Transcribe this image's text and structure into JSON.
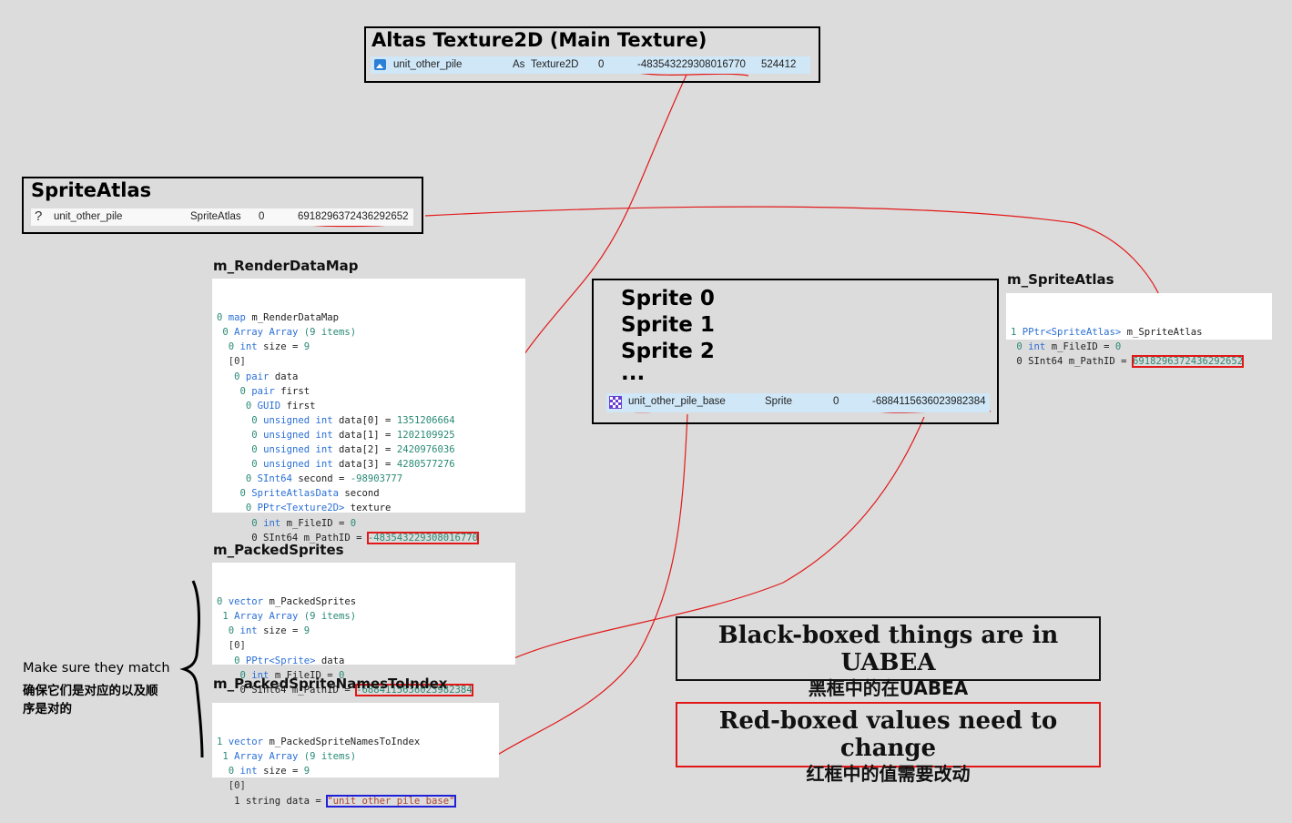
{
  "main_texture": {
    "title": "Altas Texture2D (Main Texture)",
    "name": "unit_other_pile",
    "type_prefix": "As",
    "type": "Texture2D",
    "file_id": "0",
    "path_id": "-483543229308016770",
    "size": "524412",
    "icon": "image-icon"
  },
  "sprite_atlas": {
    "title": "SpriteAtlas",
    "icon_glyph": "?",
    "name": "unit_other_pile",
    "type": "SpriteAtlas",
    "file_id": "0",
    "path_id": "6918296372436292652"
  },
  "render_data_map": {
    "label": "m_RenderDataMap",
    "lines": [
      "0 map m_RenderDataMap",
      " 0 Array Array (9 items)",
      "  0 int size = 9",
      "  [0]",
      "   0 pair data",
      "    0 pair first",
      "     0 GUID first",
      "      0 unsigned int data[0] = 1351206664",
      "      0 unsigned int data[1] = 1202109925",
      "      0 unsigned int data[2] = 2420976036",
      "      0 unsigned int data[3] = 4280577276",
      "     0 SInt64 second = -98903777",
      "    0 SpriteAtlasData second",
      "     0 PPtr<Texture2D> texture",
      "      0 int m_FileID = 0"
    ],
    "last_prefix": "      0 SInt64 m_PathID = ",
    "last_value": "-483543229308016770"
  },
  "sprites_box": {
    "items": [
      "Sprite 0",
      "Sprite 1",
      "Sprite 2",
      "..."
    ],
    "row_name": "unit_other_pile_base",
    "row_type": "Sprite",
    "row_file_id": "0",
    "row_path_id": "-6884115636023982384",
    "icon": "sprite-icon"
  },
  "m_sprite_atlas": {
    "label": "m_SpriteAtlas",
    "lines": [
      "1 PPtr<SpriteAtlas> m_SpriteAtlas",
      " 0 int m_FileID = 0"
    ],
    "last_prefix": " 0 SInt64 m_PathID = ",
    "last_value": "6918296372436292652"
  },
  "packed_sprites": {
    "label": "m_PackedSprites",
    "lines": [
      "0 vector m_PackedSprites",
      " 1 Array Array (9 items)",
      "  0 int size = 9",
      "  [0]",
      "   0 PPtr<Sprite> data",
      "    0 int m_FileID = 0"
    ],
    "last_prefix": "    0 SInt64 m_PathID = ",
    "last_value": "-6884115636023982384"
  },
  "packed_names": {
    "label": "m_PackedSpriteNamesToIndex",
    "lines": [
      "1 vector m_PackedSpriteNamesToIndex",
      " 1 Array Array (9 items)",
      "  0 int size = 9",
      "  [0]"
    ],
    "last_prefix": "   1 string data = ",
    "last_value": "\"unit_other_pile_base\""
  },
  "note": {
    "en": "Make sure they match",
    "zh_line1": "确保它们是对应的以及顺",
    "zh_line2": "序是对的"
  },
  "legend_black": {
    "en": "Black-boxed things are in UABEA",
    "zh": "黑框中的在UABEA"
  },
  "legend_red": {
    "en": "Red-boxed values need to change",
    "zh": "红框中的值需要改动"
  },
  "colors": {
    "highlight_row": "#cfe7f7",
    "red": "#e21818",
    "blue": "#2020d8",
    "keyword": "#2a6fd6",
    "number": "#2a8a76"
  }
}
